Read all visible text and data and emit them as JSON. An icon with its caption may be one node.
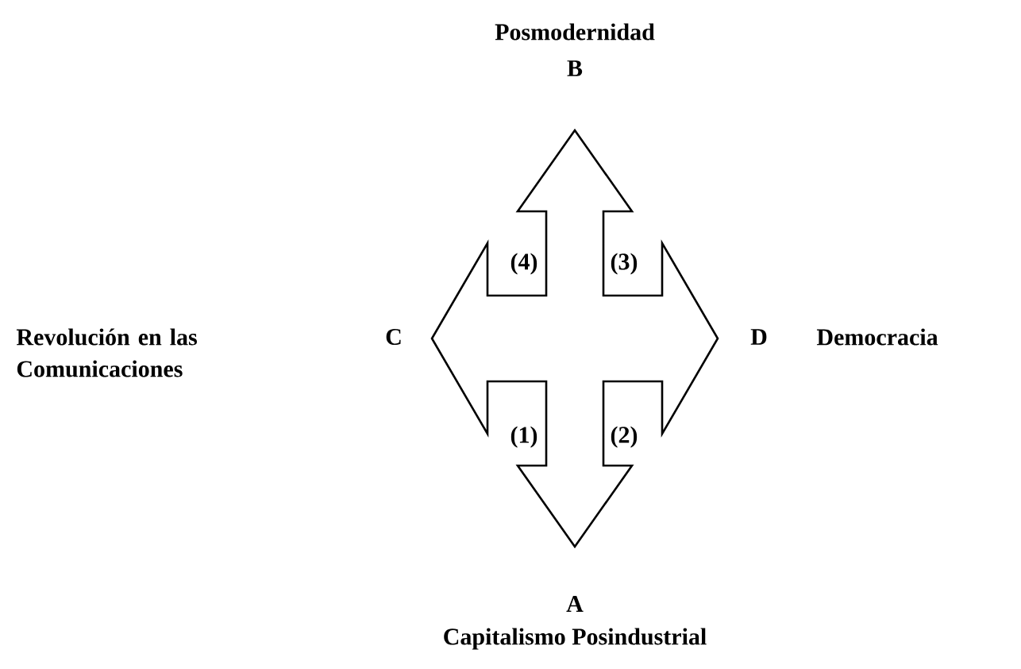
{
  "diagram": {
    "labels": [
      "Posmodernidad",
      "B",
      "(4)",
      "(3)",
      "Revolución en las Comunicaciones",
      "C",
      "D",
      "Democracia",
      "(1)",
      "(2)",
      "A",
      "Capitalismo Posindustrial"
    ]
  }
}
